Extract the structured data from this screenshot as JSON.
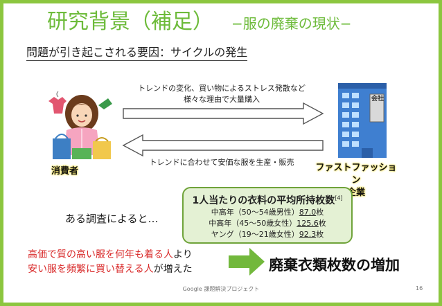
{
  "slide": {
    "title": "研究背景（補足）",
    "title_sub": "−服の廃棄の現状−",
    "subtitle": "問題が引き起こされる要因：サイクルの発生",
    "flow_top_line1": "トレンドの変化、買い物によるストレス発散など",
    "flow_top_line2": "様々な理由で大量購入",
    "flow_bottom": "トレンドに合わせて安価な服を生産・販売",
    "consumer_label": "消費者",
    "company_label_line1": "ファストファッション",
    "company_label_line2": "企業",
    "company_sign": "会社",
    "survey_intro": "ある調査によると…",
    "stats": {
      "title": "1人当たりの衣料の平均所持枚数",
      "ref": "[4]",
      "rows": [
        {
          "label": "中高年（50〜54歳男性）",
          "value": "87.0",
          "unit": "枚"
        },
        {
          "label": "中高年（45〜50歳女性）",
          "value": "125.6",
          "unit": "枚"
        },
        {
          "label": "ヤング（19〜21歳女性）",
          "value": "92.3",
          "unit": "枚"
        }
      ]
    },
    "finding": {
      "l1_red": "高価で質の高い服を何年も着る人",
      "l1_black": "より",
      "l2_red": "安い服を頻繁に買い替える人",
      "l2_black": "が増えた"
    },
    "conclusion": "廃棄衣類枚数の増加",
    "footer": "Google 課題解決プロジェクト",
    "page_number": "16"
  },
  "colors": {
    "border": "#8cc63f",
    "title": "#6dbb3a",
    "highlight_red": "#d92b2b",
    "box_fill": "#e4f1d4",
    "arrow_fill": "#72b83c"
  },
  "icons": [
    "consumer-shopping-illustration",
    "company-building-illustration",
    "right-arrow-icon",
    "left-arrow-icon",
    "conclusion-arrow-icon"
  ]
}
